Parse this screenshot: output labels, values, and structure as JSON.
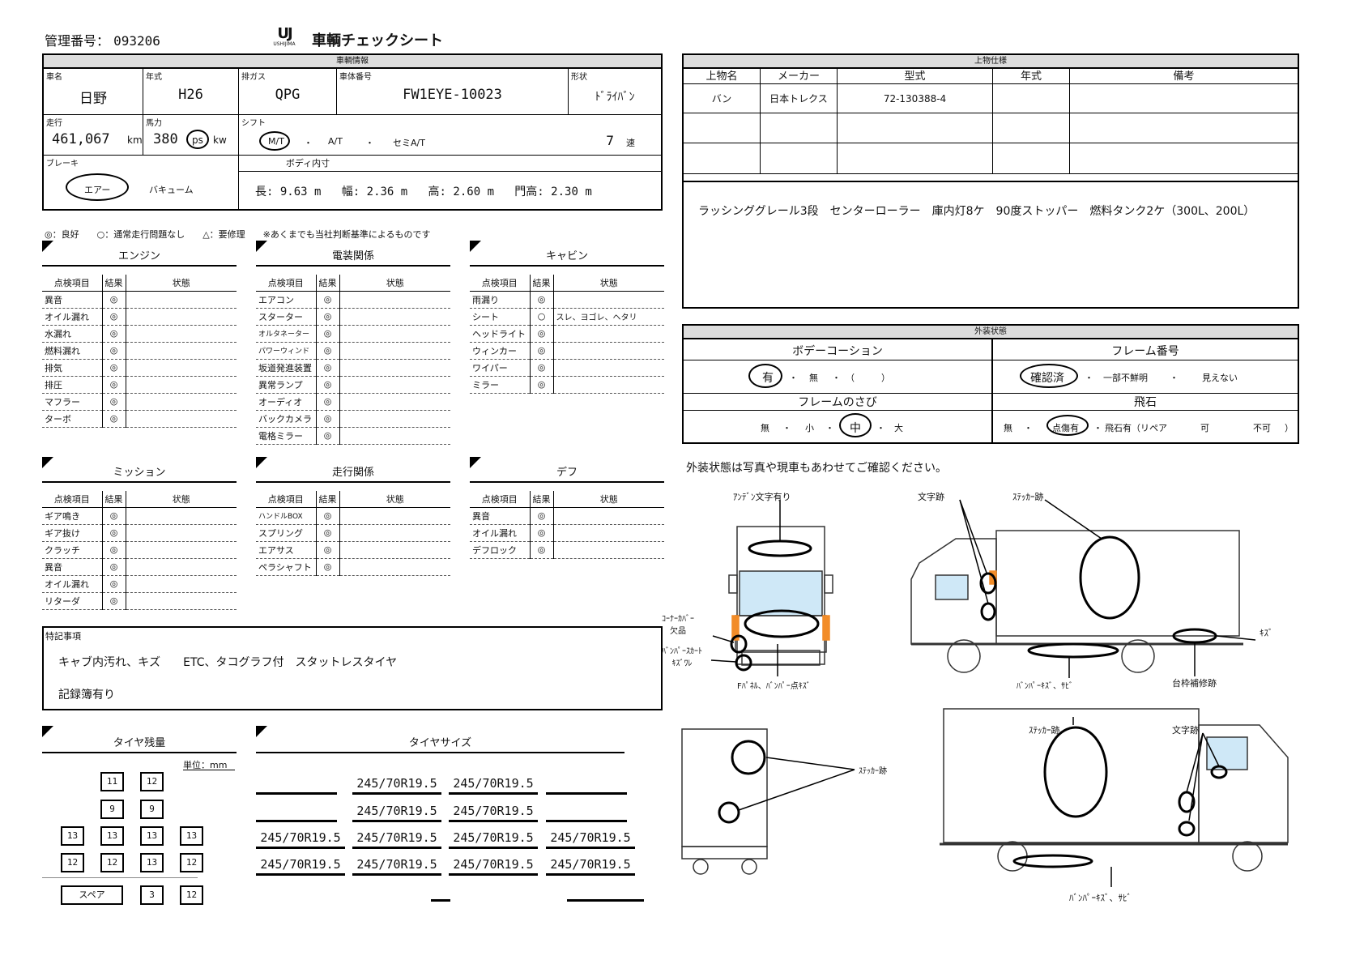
{
  "header": {
    "mgmt_label": "管理番号：",
    "mgmt_no": "093206",
    "logo": "UJ",
    "logo_sub": "USHIJIMA",
    "title": "車輌チェックシート"
  },
  "vehicle": {
    "section": "車輌情報",
    "maker_label": "車名",
    "maker": "日野",
    "year_label": "年式",
    "year": "H26",
    "gas_label": "排ガス",
    "gas": "QPG",
    "chassis_label": "車体番号",
    "chassis": "FW1EYE-10023",
    "shape_label": "形状",
    "shape": "ﾄﾞﾗｲﾊﾞﾝ",
    "mileage_label": "走行",
    "mileage": "461,067",
    "mileage_unit": "km",
    "hp_label": "馬力",
    "hp": "380",
    "hp_unit_ps": "ps",
    "hp_unit_kw": "kw",
    "shift_label": "シフト",
    "shift_mt": "M/T",
    "shift_at": "A/T",
    "shift_semi": "セミA/T",
    "gears": "7",
    "gears_unit": "速",
    "dot": "・",
    "brake_label": "ブレーキ",
    "brake_air": "エアー",
    "brake_vac": "バキューム",
    "body_label": "ボディ内寸",
    "len_label": "長:",
    "len": "9.63",
    "wid_label": "幅:",
    "wid": "2.36",
    "hgt_label": "高:",
    "hgt": "2.60",
    "door_label": "門高:",
    "door": "2.30",
    "m": "m"
  },
  "upper": {
    "section": "上物仕様",
    "cols": [
      "上物名",
      "メーカー",
      "型式",
      "年式",
      "備考"
    ],
    "row": [
      "バン",
      "日本トレクス",
      "72-130388-4",
      "",
      ""
    ],
    "notes": "ラッシンググレール3段　センターローラー　庫内灯8ケ　90度ストッパー　燃料タンク2ケ（300L、200L）"
  },
  "exterior": {
    "section": "外装状態",
    "coat_title": "ボデーコーション",
    "coat_yes": "有",
    "coat_no": "無",
    "coat_paren": "（　　　）",
    "frame_no_title": "フレーム番号",
    "frame_ok": "確認済",
    "frame_part": "一部不鮮明",
    "frame_invisible": "見えない",
    "rust_title": "フレームのさび",
    "rust_none": "無",
    "rust_small": "小",
    "rust_mid": "中",
    "rust_large": "大",
    "stone_title": "飛石",
    "stone_none": "無",
    "stone_spot": "点傷有",
    "stone_yes": "飛石有（リペア",
    "stone_ok": "可",
    "stone_ng": "不可",
    "stone_close": "）",
    "dot": "・"
  },
  "legend": "◎：良好　　○：通常走行問題なし　　△：要修理　　※あくまでも当社判断基準によるものです",
  "col_item": "点検項目",
  "col_res": "結果",
  "col_state": "状態",
  "engine": {
    "title": "エンジン",
    "rows": [
      [
        "異音",
        "◎",
        ""
      ],
      [
        "オイル漏れ",
        "◎",
        ""
      ],
      [
        "水漏れ",
        "◎",
        ""
      ],
      [
        "燃料漏れ",
        "◎",
        ""
      ],
      [
        "排気",
        "◎",
        ""
      ],
      [
        "排圧",
        "◎",
        ""
      ],
      [
        "マフラー",
        "◎",
        ""
      ],
      [
        "ターボ",
        "◎",
        ""
      ]
    ]
  },
  "electric": {
    "title": "電装関係",
    "rows": [
      [
        "エアコン",
        "◎",
        ""
      ],
      [
        "スターター",
        "◎",
        ""
      ],
      [
        "オルタネーター",
        "◎",
        ""
      ],
      [
        "パワーウィンド",
        "◎",
        ""
      ],
      [
        "坂道発進装置",
        "◎",
        ""
      ],
      [
        "異常ランプ",
        "◎",
        ""
      ],
      [
        "オーディオ",
        "◎",
        ""
      ],
      [
        "バックカメラ",
        "◎",
        ""
      ],
      [
        "電格ミラー",
        "◎",
        ""
      ]
    ]
  },
  "cabin": {
    "title": "キャビン",
    "rows": [
      [
        "雨漏り",
        "◎",
        ""
      ],
      [
        "シート",
        "○",
        "スレ、ヨゴレ、ヘタリ"
      ],
      [
        "ヘッドライト",
        "◎",
        ""
      ],
      [
        "ウィンカー",
        "◎",
        ""
      ],
      [
        "ワイパー",
        "◎",
        ""
      ],
      [
        "ミラー",
        "◎",
        ""
      ]
    ]
  },
  "mission": {
    "title": "ミッション",
    "rows": [
      [
        "ギア鳴き",
        "◎",
        ""
      ],
      [
        "ギア抜け",
        "◎",
        ""
      ],
      [
        "クラッチ",
        "◎",
        ""
      ],
      [
        "異音",
        "◎",
        ""
      ],
      [
        "オイル漏れ",
        "◎",
        ""
      ],
      [
        "リターダ",
        "◎",
        ""
      ]
    ]
  },
  "drive": {
    "title": "走行関係",
    "rows": [
      [
        "ハンドルBOX",
        "◎",
        ""
      ],
      [
        "スプリング",
        "◎",
        ""
      ],
      [
        "エアサス",
        "◎",
        ""
      ],
      [
        "ペラシャフト",
        "◎",
        ""
      ]
    ]
  },
  "diff": {
    "title": "デフ",
    "rows": [
      [
        "異音",
        "◎",
        ""
      ],
      [
        "オイル漏れ",
        "◎",
        ""
      ],
      [
        "デフロック",
        "◎",
        ""
      ]
    ]
  },
  "remarks": {
    "label": "特記事項",
    "line1": "キャブ内汚れ、キズ　　ETC、タコグラフ付　スタットレスタイヤ",
    "line2": "記録簿有り"
  },
  "tire_remain": {
    "title": "タイヤ残量",
    "unit": "単位：mm",
    "r1": [
      "11",
      "12"
    ],
    "r2": [
      "9",
      "9"
    ],
    "r3": [
      "13",
      "13",
      "13",
      "13"
    ],
    "r4": [
      "12",
      "12",
      "13",
      "12"
    ],
    "spare_label": "スペア",
    "spare": [
      "3",
      "12"
    ]
  },
  "tire_size": {
    "title": "タイヤサイズ",
    "size": "245/70R19.5"
  },
  "diagram": {
    "note": "外装状態は写真や現車もあわせてご確認ください。",
    "front_a": "ｱﾝﾃﾞﾝ文字有り",
    "front_b": "ｺｰﾅｰｶﾊﾞｰ",
    "front_b2": "欠品",
    "front_c": "ﾊﾞﾝﾊﾟｰｽｶｰﾄ",
    "front_c2": "ｷｽﾞﾜﾚ",
    "front_d": "Fﾊﾟﾈﾙ、ﾊﾞﾝﾊﾟｰ点ｷｽﾞ",
    "side_a": "文字跡",
    "side_b": "ｽﾃｯｶｰ跡",
    "side_c": "ｷｽﾞ",
    "side_d": "ﾊﾞﾝﾊﾟｰｷｽﾞ、ｻﾋﾞ",
    "side_e": "台枠補修跡",
    "rear_a": "ｽﾃｯｶｰ跡",
    "side2_a": "ｽﾃｯｶｰ跡",
    "side2_b": "文字跡",
    "side2_c": "ﾊﾞﾝﾊﾟｰｷｽﾞ、ｻﾋﾞ"
  }
}
